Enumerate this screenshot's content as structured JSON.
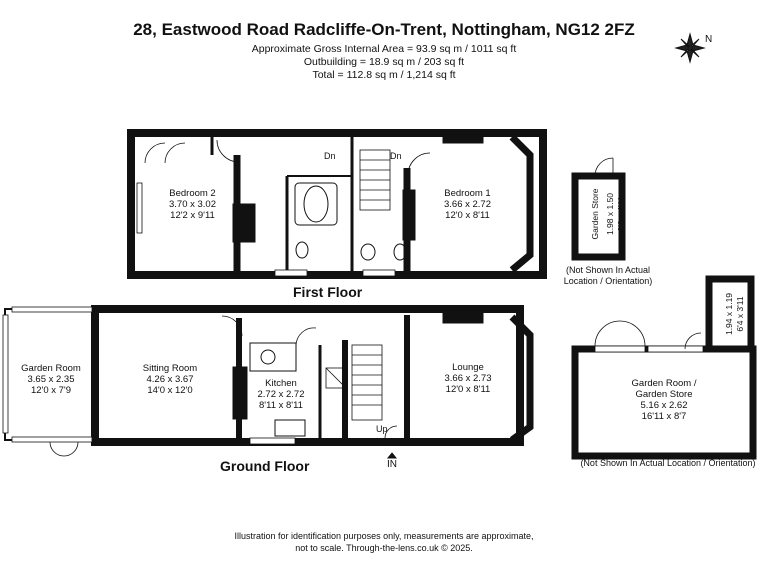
{
  "title": "28, Eastwood Road Radcliffe-On-Trent, Nottingham, NG12 2FZ",
  "areas": {
    "gia": "Approximate Gross Internal Area = 93.9 sq m / 1011 sq ft",
    "outbuilding": "Outbuilding = 18.9 sq m / 203 sq ft",
    "total": "Total = 112.8 sq m / 1,214 sq ft"
  },
  "compass": "N",
  "first_floor": {
    "label": "First Floor",
    "dn1": "Dn",
    "dn2": "Dn",
    "bedroom2": {
      "name": "Bedroom 2",
      "metric": "3.70 x 3.02",
      "imperial": "12'2 x 9'11"
    },
    "bedroom1": {
      "name": "Bedroom 1",
      "metric": "3.66 x 2.72",
      "imperial": "12'0 x 8'11"
    }
  },
  "ground_floor": {
    "label": "Ground Floor",
    "up": "Up",
    "in": "IN",
    "garden_room": {
      "name": "Garden Room",
      "metric": "3.65 x 2.35",
      "imperial": "12'0 x 7'9"
    },
    "sitting_room": {
      "name": "Sitting Room",
      "metric": "4.26 x 3.67",
      "imperial": "14'0 x 12'0"
    },
    "kitchen": {
      "name": "Kitchen",
      "metric": "2.72 x 2.72",
      "imperial": "8'11 x 8'11"
    },
    "lounge": {
      "name": "Lounge",
      "metric": "3.66 x 2.73",
      "imperial": "12'0 x 8'11"
    }
  },
  "outbuildings": {
    "garden_store": {
      "name": "Garden Store",
      "metric": "1.98 x 1.50",
      "imperial": "6'6 x 4'11"
    },
    "store_note": "(Not Shown In Actual Location / Orientation)",
    "small_store": {
      "metric": "1.94 x 1.19",
      "imperial": "6'4 x 3'11"
    },
    "garden_room_store": {
      "name1": "Garden Room /",
      "name2": "Garden Store",
      "metric": "5.16 x 2.62",
      "imperial": "16'11 x 8'7"
    },
    "garden_room_note": "(Not Shown In Actual Location / Orientation)"
  },
  "footer": {
    "line1": "Illustration for identification purposes only, measurements are approximate,",
    "line2": "not to scale. Through-the-lens.co.uk © 2025."
  }
}
